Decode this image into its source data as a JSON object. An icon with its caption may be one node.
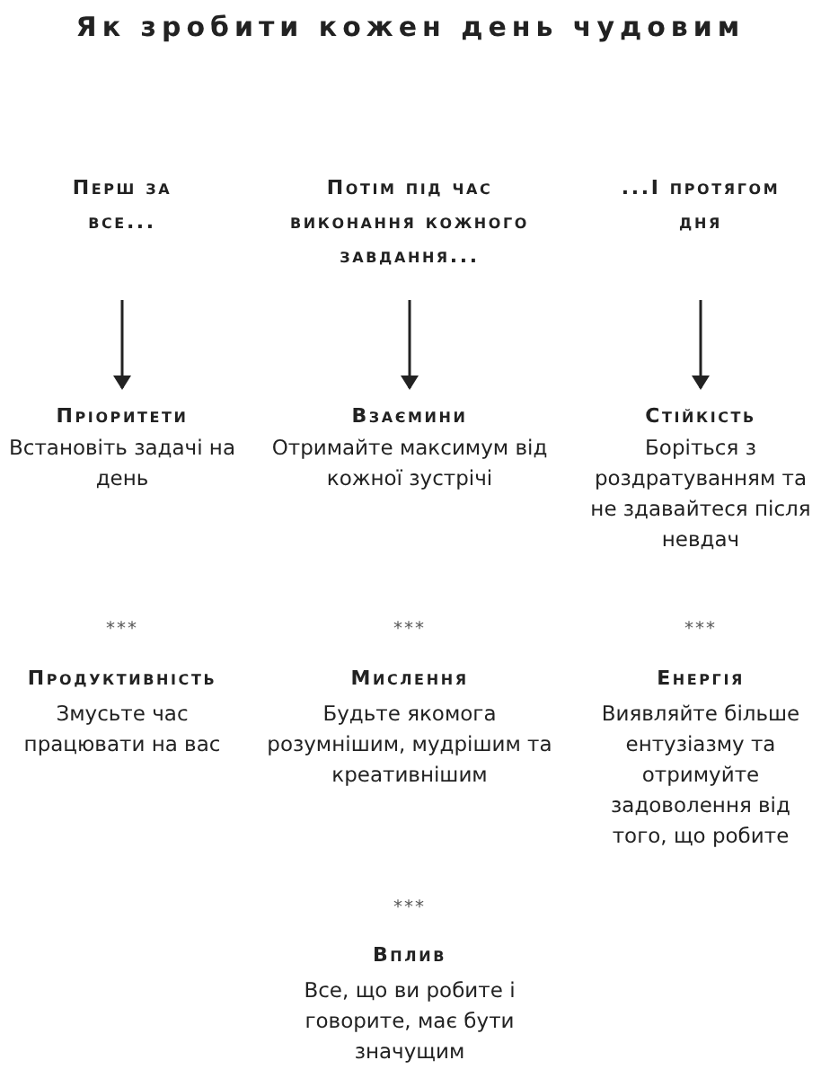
{
  "diagram": {
    "title": "Як зробити кожен день чудовим",
    "nodes": [
      {
        "text": [
          "Перш за все..."
        ]
      },
      {
        "text": [
          "Потім під час виконання кожного завдання..."
        ]
      },
      {
        "text": [
          "...І протягом дня"
        ]
      },
      {
        "text": [
          "Пріоритети",
          "Встановіть задачі на день"
        ]
      },
      {
        "text": [
          "Взаємини",
          "Отримайте максимум від кожної зустрічі"
        ]
      },
      {
        "text": [
          "Стійкість",
          "Боріться з роздратуванням та не здавайтеся після невдач"
        ]
      }
    ],
    "edges": [
      {
        "from": 0,
        "to": 3,
        "arrow": "to"
      },
      {
        "from": 1,
        "to": 4,
        "arrow": "to"
      },
      {
        "from": 2,
        "to": 5,
        "arrow": "to"
      }
    ],
    "labels": [
      "***",
      "***",
      "***",
      "Продуктивність",
      "Змусьте час працювати на вас",
      "Мислення",
      "Будьте якомога розумнішим, мудрішим та креативнішим",
      "Енергія",
      "Виявляйте більше ентузіазму та отримуйте задоволення від того, що робите",
      "***",
      "Вплив",
      "Все, що ви робите і говорите, має бути значущим"
    ]
  }
}
